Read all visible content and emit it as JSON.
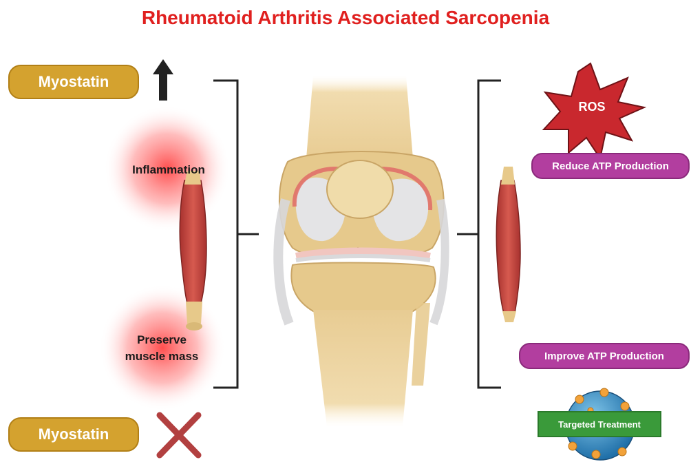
{
  "title": "Rheumatoid Arthritis Associated Sarcopenia",
  "left": {
    "myostatin_top": "Myostatin",
    "myostatin_bottom": "Myostatin",
    "inflammation": "Inflammation",
    "preserve_line1": "Preserve",
    "preserve_line2": "muscle mass"
  },
  "right": {
    "ros": "ROS",
    "reduce_atp": "Reduce ATP Production",
    "improve_atp": "Improve ATP Production",
    "targeted": "Targeted Treatment"
  },
  "colors": {
    "title": "#e0201f",
    "myostatin": "#d4a22f",
    "purple": "#b23e9f",
    "ros": "#c9282e",
    "green": "#3a9a3a",
    "cross": "#b24040",
    "arrow": "#222222",
    "bracket": "#222222"
  },
  "icons": {
    "up": "up-arrow-icon",
    "cross": "cross-icon",
    "ros_burst": "starburst-icon",
    "knee": "knee-joint-illustration",
    "muscle": "muscle-illustration",
    "particle": "nanoparticle-icon"
  }
}
